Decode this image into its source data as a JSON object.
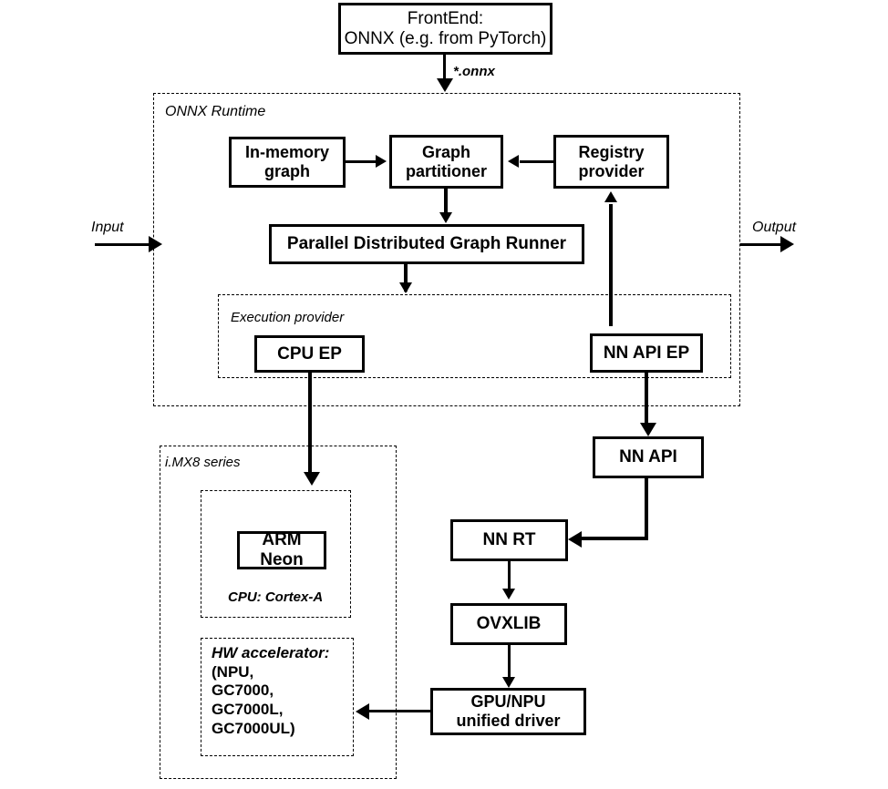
{
  "diagram": {
    "title_hidden": "",
    "frontend": {
      "line1": "FrontEnd:",
      "line2": "ONNX (e.g. from PyTorch)"
    },
    "edge_labels": {
      "onnx_file": "*.onnx",
      "input": "Input",
      "output": "Output"
    },
    "groups": {
      "onnx_runtime": "ONNX Runtime",
      "execution_provider": "Execution provider",
      "imx8": "i.MX8 series"
    },
    "runtime_boxes": {
      "in_memory_graph": "In-memory\ngraph",
      "in_memory_graph_l1": "In-memory",
      "in_memory_graph_l2": "graph",
      "graph_partitioner_l1": "Graph",
      "graph_partitioner_l2": "partitioner",
      "registry_provider_l1": "Registry",
      "registry_provider_l2": "provider",
      "graph_runner": "Parallel Distributed Graph Runner",
      "cpu_ep": "CPU EP",
      "nnapi_ep": "NN API EP"
    },
    "stack_boxes": {
      "nn_api": "NN API",
      "nn_rt": "NN RT",
      "ovxlib": "OVXLIB",
      "gpu_npu_driver_l1": "GPU/NPU",
      "gpu_npu_driver_l2": "unified  driver"
    },
    "imx8": {
      "cpu_block": {
        "arm_neon": "ARM Neon",
        "caption": "CPU: Cortex-A"
      },
      "hw_block": {
        "header": "HW accelerator:",
        "items": [
          "(NPU,",
          "GC7000,",
          "GC7000L,",
          "GC7000UL)"
        ]
      }
    },
    "colors": {
      "stroke": "#000000",
      "background": "#ffffff",
      "dashed_stroke": "#555555"
    }
  }
}
